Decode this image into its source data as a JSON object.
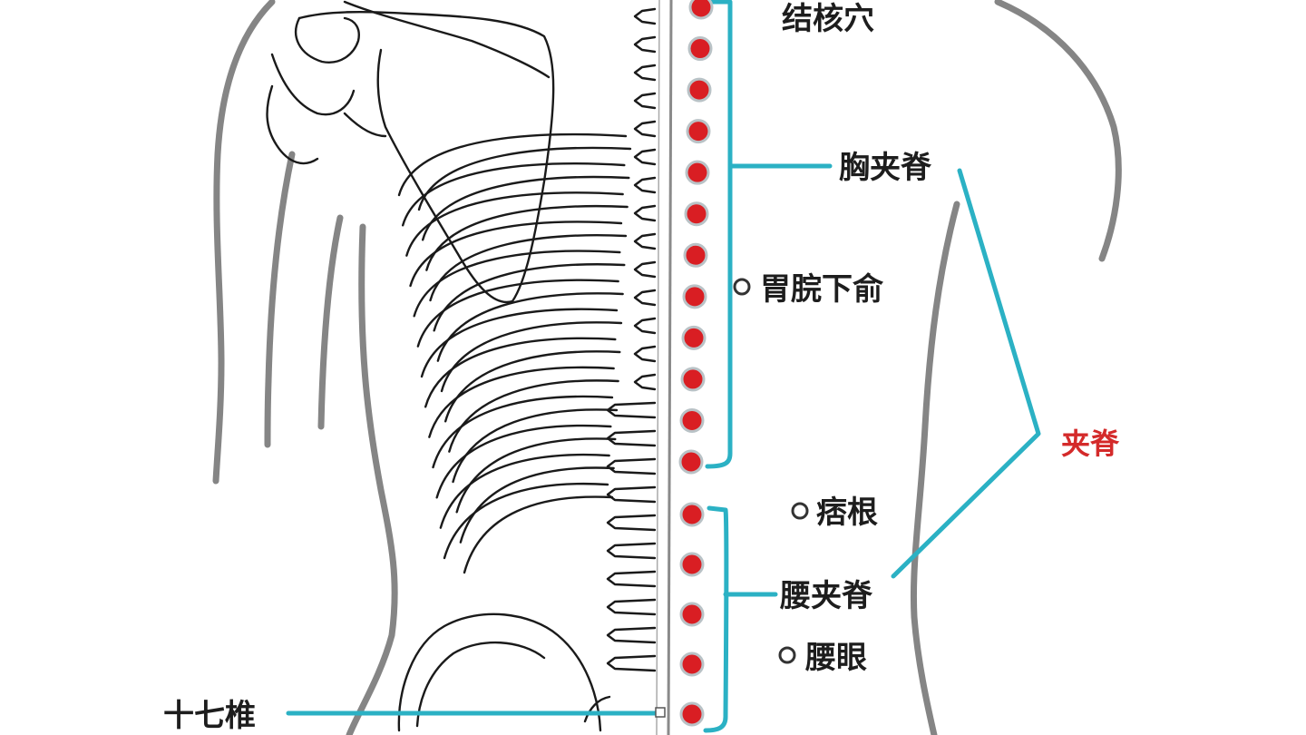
{
  "colors": {
    "accent_line": "#2bb1c4",
    "point_fill": "#d91e23",
    "body_outline": "#858585",
    "bone_outline": "#1a1a1a",
    "label_text": "#1d1d1d",
    "label_red": "#d42a2a"
  },
  "labels": {
    "top_point": "结核穴",
    "thoracic_jiaji": "胸夹脊",
    "weiwanxiashu": "胃脘下俞",
    "jiaji": "夹脊",
    "pigen": "痞根",
    "lumbar_jiaji": "腰夹脊",
    "yaoyan": "腰眼",
    "shiqizhui": "十七椎"
  },
  "diagram": {
    "thoracic_points": 12,
    "lumbar_points": 5
  }
}
